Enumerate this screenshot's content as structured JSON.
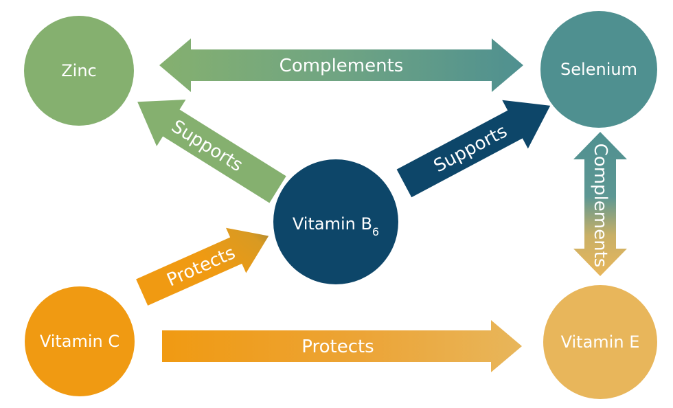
{
  "nodes": {
    "zinc": {
      "label": "Zinc",
      "color": "#85b06f"
    },
    "selenium": {
      "label": "Selenium",
      "color": "#4f9090"
    },
    "vitamin_b6": {
      "label": "Vitamin B",
      "subscript": "6",
      "color": "#0d4669"
    },
    "vitamin_c": {
      "label": "Vitamin C",
      "color": "#f09a12"
    },
    "vitamin_e": {
      "label": "Vitamin E",
      "color": "#e8b65b"
    }
  },
  "edges": {
    "zinc_selenium": {
      "from": "Zinc",
      "to": "Selenium",
      "label": "Complements",
      "direction": "both"
    },
    "b6_zinc": {
      "from": "Vitamin B6",
      "to": "Zinc",
      "label": "Supports",
      "direction": "forward"
    },
    "b6_selenium": {
      "from": "Vitamin B6",
      "to": "Selenium",
      "label": "Supports",
      "direction": "forward"
    },
    "selenium_e": {
      "from": "Selenium",
      "to": "Vitamin E",
      "label": "Complements",
      "direction": "both"
    },
    "c_b6": {
      "from": "Vitamin C",
      "to": "Vitamin B6",
      "label": "Protects",
      "direction": "forward"
    },
    "c_e": {
      "from": "Vitamin C",
      "to": "Vitamin E",
      "label": "Protects",
      "direction": "forward"
    }
  }
}
